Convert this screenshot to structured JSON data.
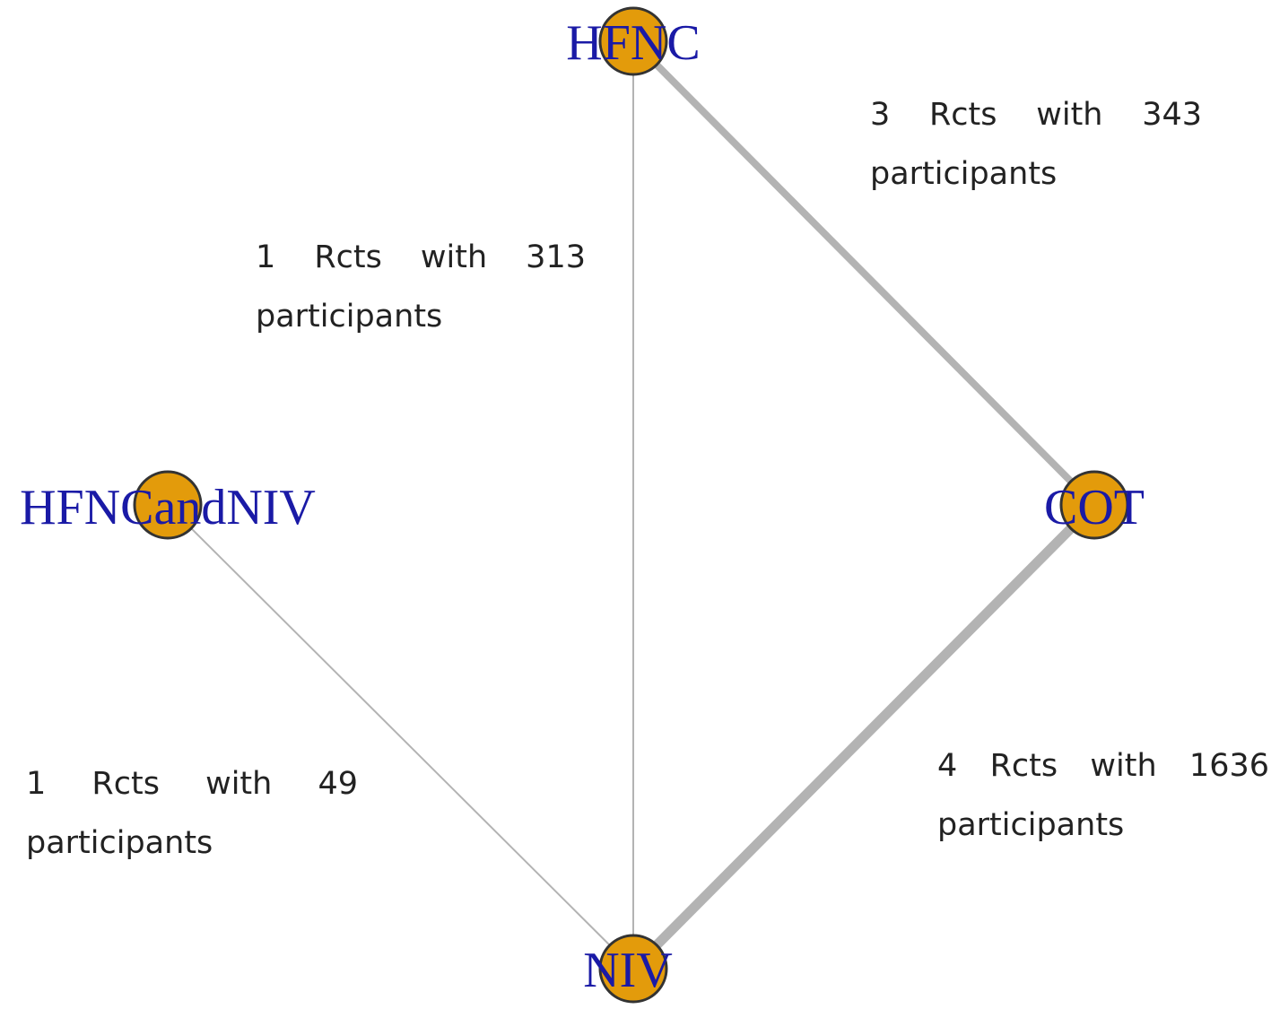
{
  "colors": {
    "node_fill": "#e39b0b",
    "node_stroke": "#333333",
    "edge": "#b3b3b3",
    "node_label": "#1a1aa6",
    "edge_label": "#222222"
  },
  "nodes": [
    {
      "id": "HFNC",
      "label": "HFNC"
    },
    {
      "id": "COT",
      "label": "COT"
    },
    {
      "id": "NIV",
      "label": "NIV"
    },
    {
      "id": "HFNCandNIV",
      "label": "HFNCandNIV"
    }
  ],
  "edges": [
    {
      "id": "hfnc-cot",
      "from": "HFNC",
      "to": "COT",
      "trials": 3,
      "participants": 343,
      "label_line1": [
        "3",
        "Rcts",
        "with",
        "343"
      ],
      "label_line2": "participants"
    },
    {
      "id": "hfnc-niv",
      "from": "HFNC",
      "to": "NIV",
      "trials": 1,
      "participants": 313,
      "label_line1": [
        "1",
        "Rcts",
        "with",
        "313"
      ],
      "label_line2": "participants"
    },
    {
      "id": "hfncandniv-niv",
      "from": "HFNCandNIV",
      "to": "NIV",
      "trials": 1,
      "participants": 49,
      "label_line1": [
        "1",
        "Rcts",
        "with",
        "49"
      ],
      "label_line2": "participants"
    },
    {
      "id": "cot-niv",
      "from": "COT",
      "to": "NIV",
      "trials": 4,
      "participants": 1636,
      "label_line1": [
        "4",
        "Rcts",
        "with",
        "1636"
      ],
      "label_line2": "participants"
    }
  ]
}
